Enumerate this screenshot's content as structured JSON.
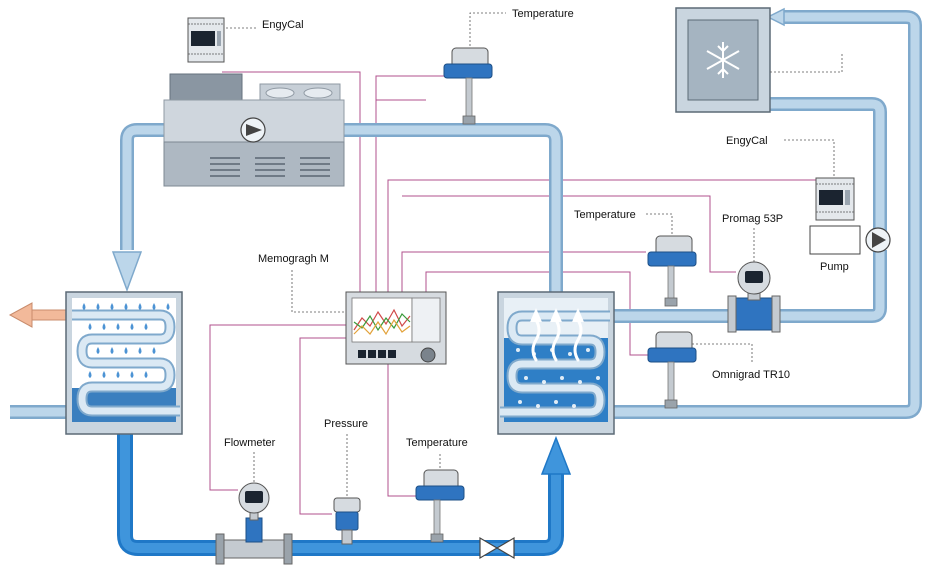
{
  "labels": {
    "engycal_top": "EngyCal",
    "temperature_top": "Temperature",
    "engycal_right": "EngyCal",
    "temperature_mid": "Temperature",
    "promag": "Promag 53P",
    "pump": "Pump",
    "memograph": "Memogragh M",
    "omnigrad": "Omnigrad TR10",
    "flowmeter": "Flowmeter",
    "pressure": "Pressure",
    "temperature_bottom": "Temperature"
  },
  "colors": {
    "pipe_light": "#7fa9cc",
    "pipe_dark": "#1f78c7",
    "signal_line": "#b0508e",
    "hot_outlet": "#f2b99a"
  },
  "icons": [
    "snowflake-icon",
    "pump-icon",
    "valve-icon",
    "fan-icon"
  ]
}
